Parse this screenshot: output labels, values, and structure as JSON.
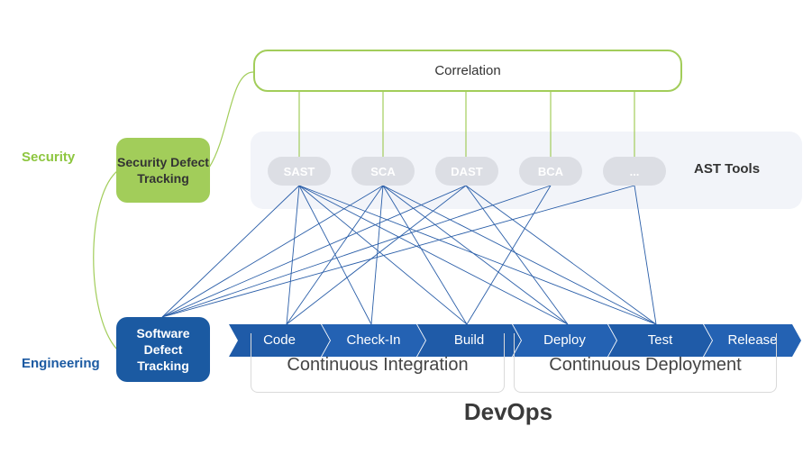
{
  "side_labels": {
    "security": "Security",
    "engineering": "Engineering"
  },
  "correlation": "Correlation",
  "ast_tools": {
    "label": "AST Tools",
    "items": [
      "SAST",
      "SCA",
      "DAST",
      "BCA",
      "..."
    ]
  },
  "boxes": {
    "security_defect_tracking": "Security Defect Tracking",
    "software_defect_tracking": "Software Defect Tracking"
  },
  "pipeline": {
    "stages": [
      "Code",
      "Check-In",
      "Build",
      "Deploy",
      "Test",
      "Release"
    ],
    "continuous_integration": "Continuous Integration",
    "continuous_deployment": "Continuous Deployment"
  },
  "title": "DevOps",
  "colors": {
    "security_green": "#a2cd5a",
    "engineering_blue": "#1b5aa2",
    "pipeline_blue": "#2360b0",
    "connector_line": "#2a5ea8"
  }
}
